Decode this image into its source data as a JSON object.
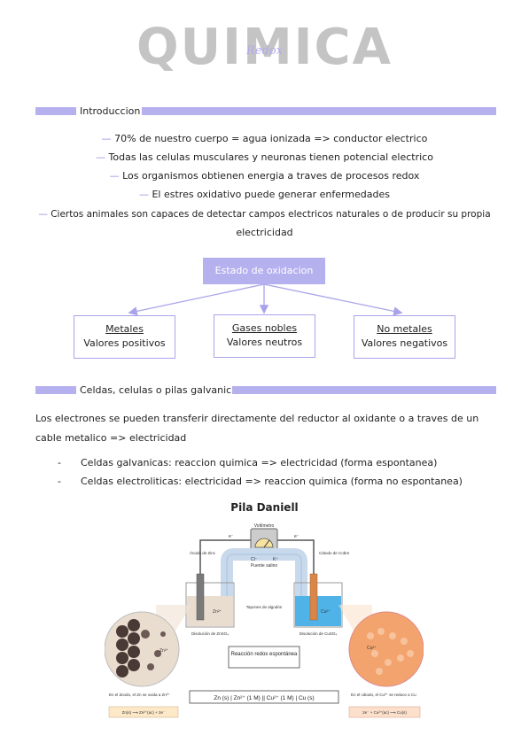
{
  "header": {
    "title": "QUIMICA",
    "subtitle": "Redox"
  },
  "intro": {
    "heading": "Introduccion",
    "bullets": [
      "70% de nuestro cuerpo = agua ionizada => conductor electrico",
      "Todas las celulas musculares y neuronas tienen potencial electrico",
      "Los organismos obtienen energia a traves de procesos redox",
      "El estres oxidativo puede generar enfermedades",
      "Ciertos animales son capaces de detectar campos electricos naturales o de producir su propia"
    ],
    "bullet_last_cont": "electricidad"
  },
  "diagram": {
    "root": "Estado de oxidacion",
    "children": [
      {
        "name": "Metales",
        "value": "Valores positivos"
      },
      {
        "name": "Gases nobles",
        "value": "Valores neutros"
      },
      {
        "name": "No metales",
        "value": "Valores negativos"
      }
    ]
  },
  "cells": {
    "heading": "Celdas, celulas o pilas galvanicas",
    "paragraph": "Los electrones se pueden transferir directamente del reductor al oxidante o a traves de un cable metalico => electricidad",
    "items": [
      "Celdas galvanicas: reaccion quimica => electricidad (forma espontanea)",
      "Celdas electroliticas: electricidad => reaccion quimica (forma no espontanea)"
    ]
  },
  "figure": {
    "title": "Pila Daniell",
    "labels": {
      "voltmeter": "Voltímetro",
      "anode": "Ánodo de Zinc",
      "cathode": "Cátodo de Cobre",
      "salt_bridge": "Puente salino",
      "plugs": "Tapones de algodón",
      "sol_left": "Disolución de ZnSO₄",
      "sol_right": "Disolución de CuSO₄",
      "reaction": "Reacción redox espontánea",
      "notation": "Zn (s) | Zn²⁺ (1 M) || Cu²⁺ (1 M) | Cu (s)",
      "left_caption": "En el ánodo, el Zn se oxida a Zn²⁺",
      "right_caption": "En el cátodo, el Cu²⁺ se reduce a Cu",
      "left_eq": "Zn(s) ⟶ Zn²⁺(ac) + 2e⁻",
      "right_eq": "2e⁻ + Cu²⁺(ac) ⟶ Cu(s)",
      "e_minus": "e⁻",
      "cl": "Cl⁻",
      "k": "K⁺",
      "zn_ion": "Zn²⁺",
      "cu_ion": "Cu²⁺"
    }
  },
  "colors": {
    "accent": "#b5b0ee",
    "title_gray": "#c4c4c4",
    "dash": "#8f8fe6"
  }
}
